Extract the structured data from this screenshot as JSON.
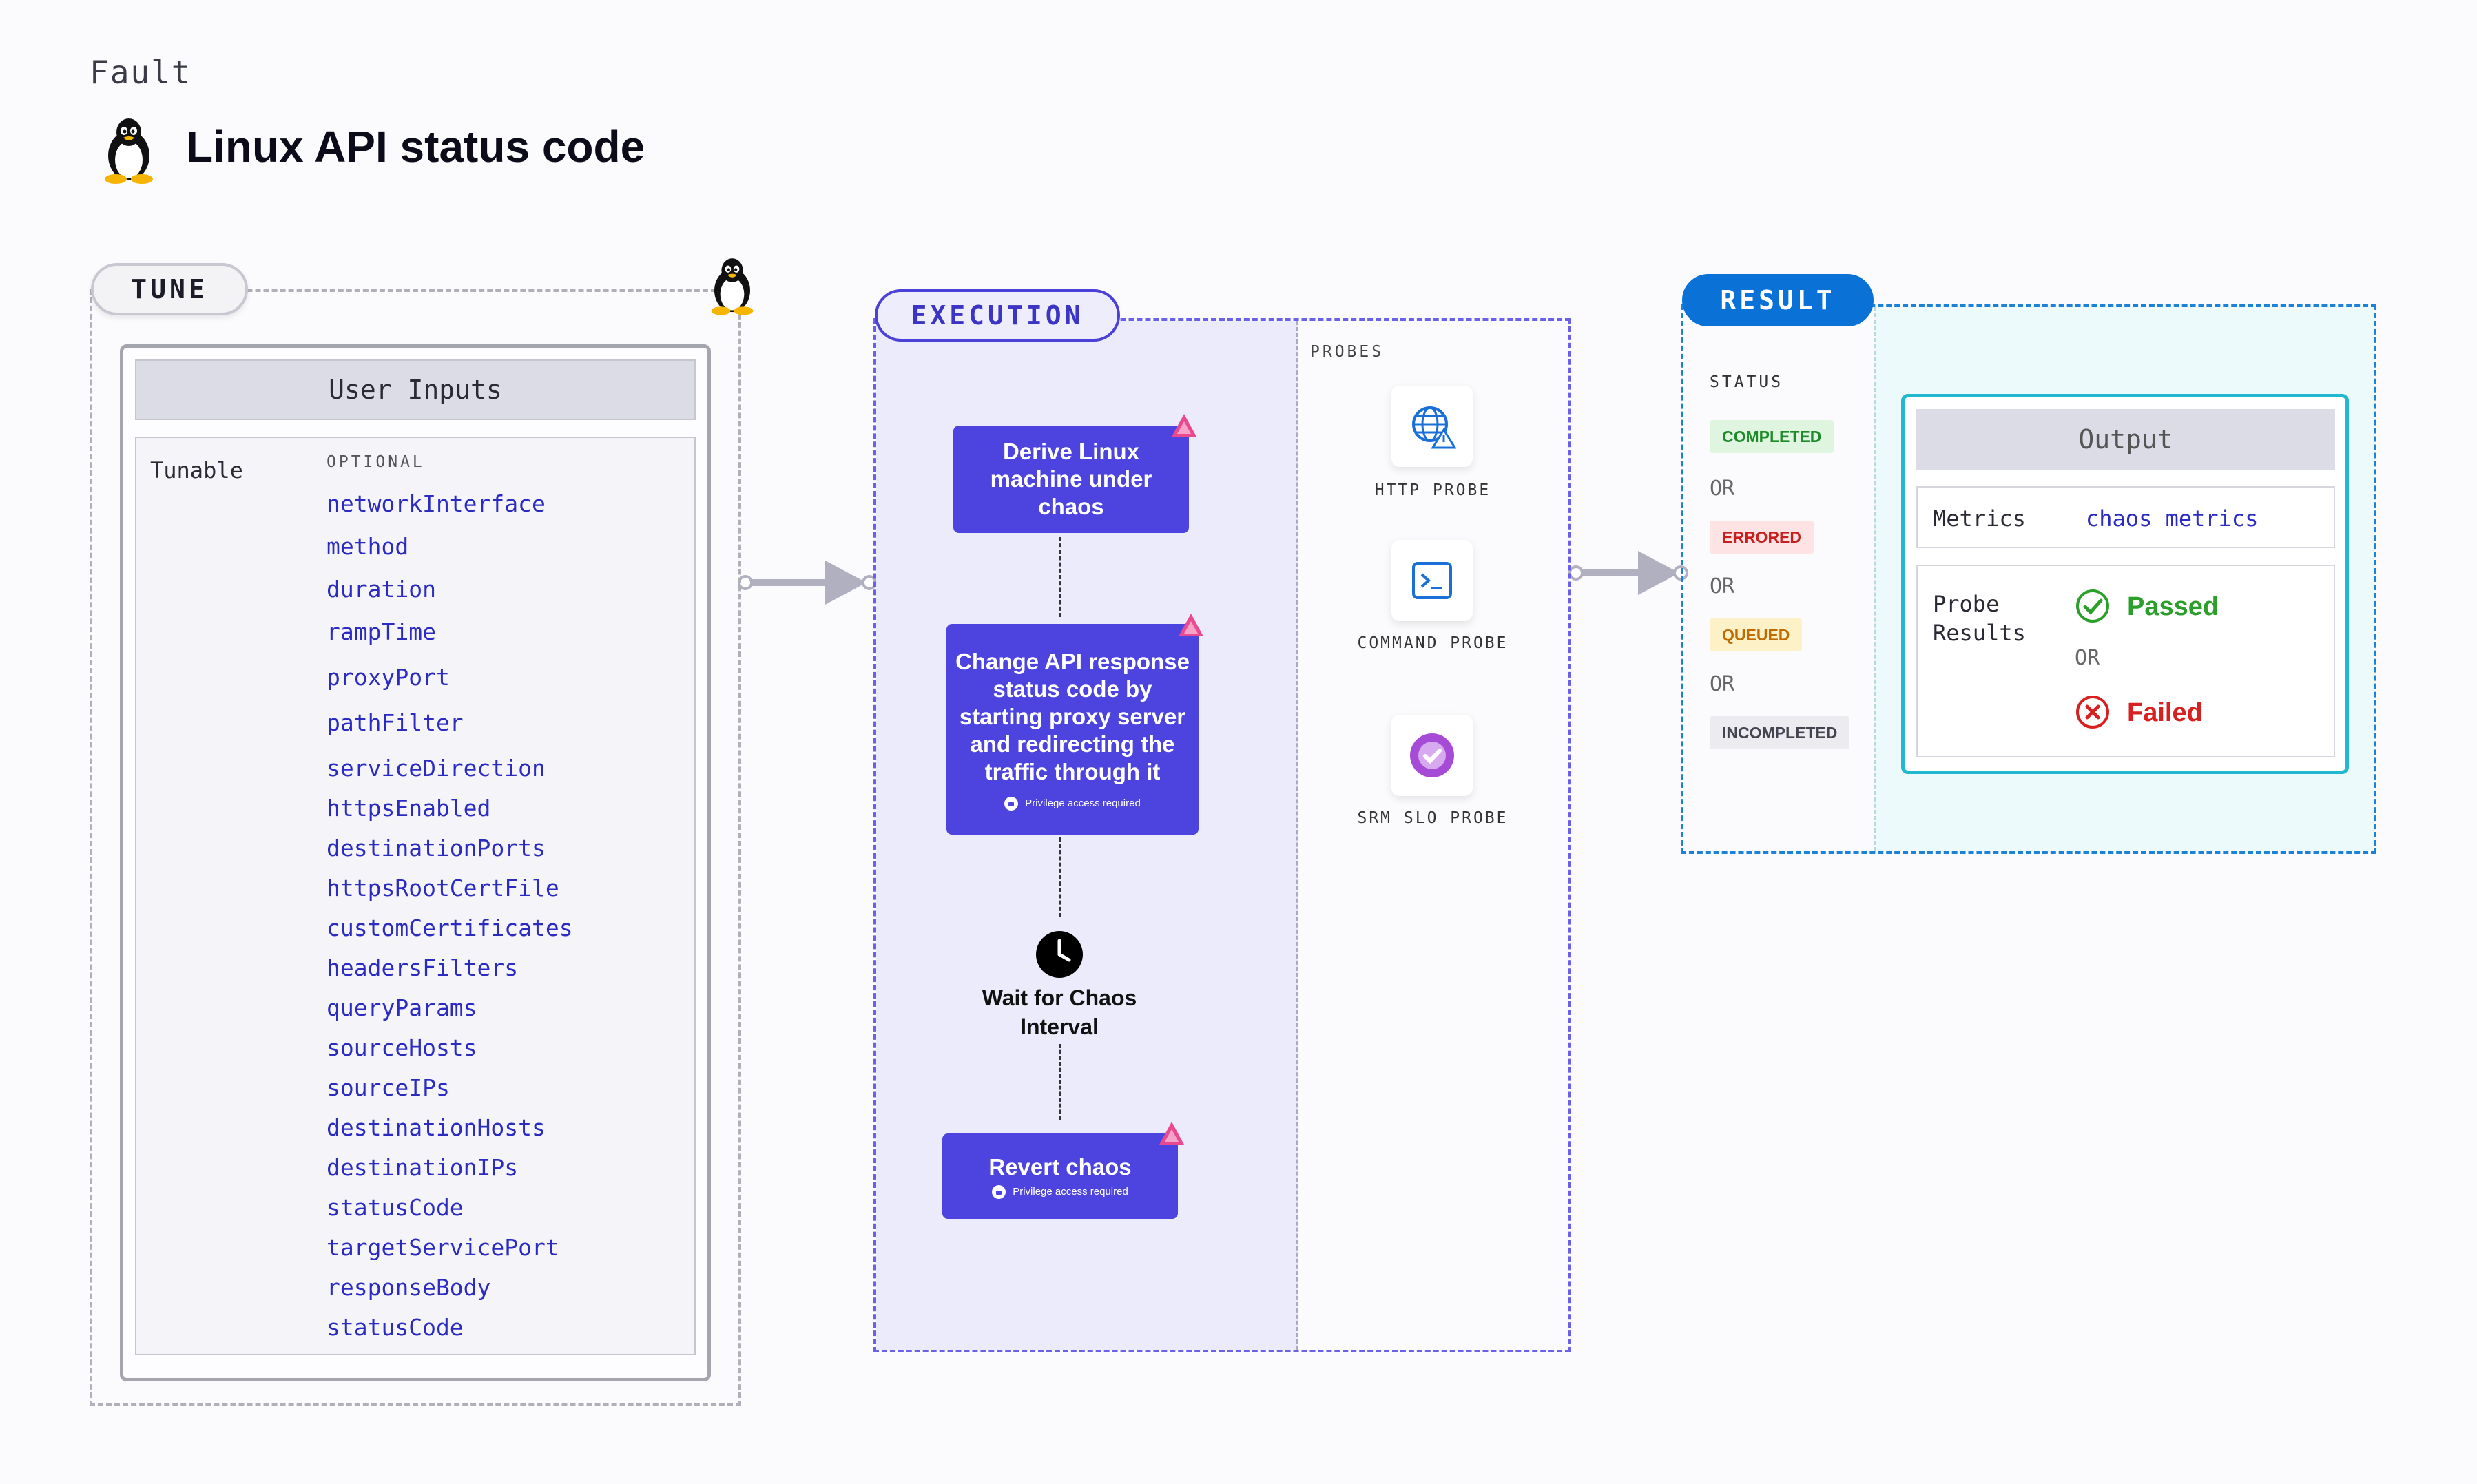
{
  "header": {
    "eyebrow": "Fault",
    "title": "Linux API status code",
    "icon": "linux-tux-icon"
  },
  "tune": {
    "pill_label": "TUNE",
    "panel_title": "User Inputs",
    "tunable_label": "Tunable",
    "optional_label": "OPTIONAL",
    "params": [
      "networkInterface",
      "method",
      "duration",
      "rampTime",
      "proxyPort",
      "pathFilter",
      "serviceDirection",
      "httpsEnabled",
      "destinationPorts",
      "httpsRootCertFile",
      "customCertificates",
      "headersFilters",
      "queryParams",
      "sourceHosts",
      "sourceIPs",
      "destinationHosts",
      "destinationIPs",
      "statusCode",
      "targetServicePort",
      "responseBody",
      "statusCode"
    ]
  },
  "execution": {
    "pill_label": "EXECUTION",
    "probes_label": "PROBES",
    "steps": [
      {
        "label": "Derive Linux machine under chaos"
      },
      {
        "label": "Change API response status code by starting proxy server and redirecting the traffic through it",
        "note": "Privilege access required"
      },
      {
        "label": "Wait for Chaos Interval"
      },
      {
        "label": "Revert chaos",
        "note": "Privilege access required"
      }
    ],
    "probes": [
      {
        "label": "HTTP PROBE",
        "icon": "globe-warning-icon"
      },
      {
        "label": "COMMAND PROBE",
        "icon": "terminal-icon"
      },
      {
        "label": "SRM SLO PROBE",
        "icon": "slo-gauge-icon"
      }
    ]
  },
  "result": {
    "pill_label": "RESULT",
    "status_label": "STATUS",
    "statuses": [
      {
        "label": "COMPLETED",
        "bg": "#dff5df",
        "fg": "#1e8a2a"
      },
      {
        "label": "ERRORED",
        "bg": "#fde3e3",
        "fg": "#c81e1e"
      },
      {
        "label": "QUEUED",
        "bg": "#fdf1c8",
        "fg": "#c06a00"
      },
      {
        "label": "INCOMPLETED",
        "bg": "#ececf0",
        "fg": "#444450"
      }
    ],
    "or_label": "OR",
    "output": {
      "title": "Output",
      "metrics_label": "Metrics",
      "metrics_value": "chaos metrics",
      "probe_results_label": "Probe Results",
      "passed_label": "Passed",
      "failed_label": "Failed",
      "or_label": "OR"
    }
  },
  "colors": {
    "execution_accent": "#4d44df",
    "result_accent": "#0a72d6",
    "param_text": "#2b2bc2",
    "passed": "#2aa02a",
    "failed": "#d82020"
  }
}
